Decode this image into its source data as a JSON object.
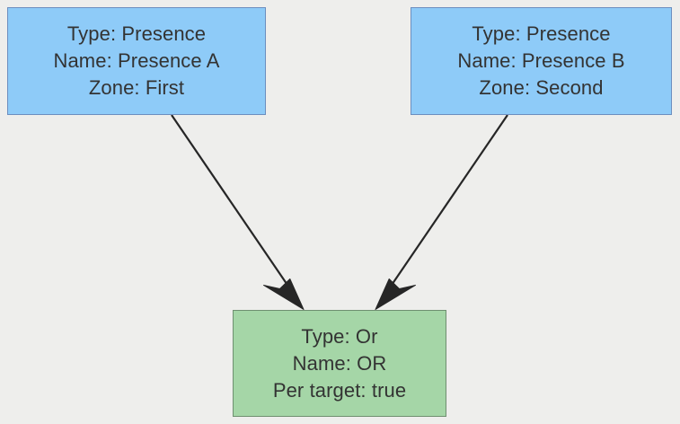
{
  "diagram": {
    "type": "flowchart",
    "background_color": "#eeeeec",
    "nodes": [
      {
        "id": "presence-a",
        "shape": "rectangle",
        "fill_color": "#8ecbf8",
        "border_color": "#6c8ebf",
        "lines": [
          "Type: Presence",
          "Name: Presence A",
          "Zone: First"
        ]
      },
      {
        "id": "presence-b",
        "shape": "rectangle",
        "fill_color": "#8ecbf8",
        "border_color": "#6c8ebf",
        "lines": [
          "Type: Presence",
          "Name: Presence B",
          "Zone: Second"
        ]
      },
      {
        "id": "or",
        "shape": "rectangle",
        "fill_color": "#a5d6a7",
        "border_color": "#6f8f70",
        "lines": [
          "Type: Or",
          "Name: OR",
          "Per target: true"
        ]
      }
    ],
    "edges": [
      {
        "id": "edge-presence-a-to-or",
        "from": "presence-a",
        "to": "or",
        "style": "solid",
        "arrowhead": "filled",
        "color": "#262626",
        "label": ""
      },
      {
        "id": "edge-presence-b-to-or",
        "from": "presence-b",
        "to": "or",
        "style": "solid",
        "arrowhead": "filled",
        "color": "#262626",
        "label": ""
      }
    ]
  }
}
